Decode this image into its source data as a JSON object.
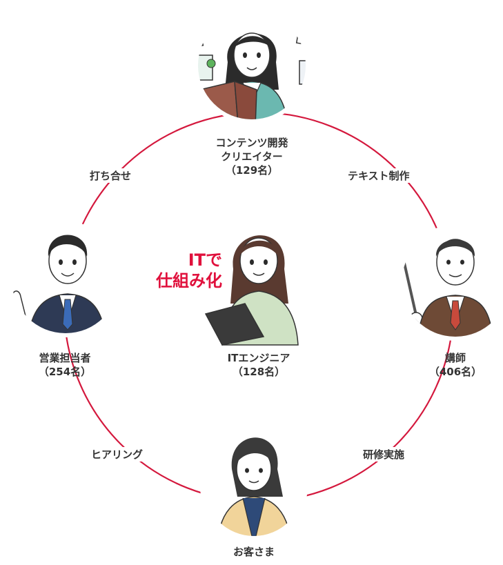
{
  "colors": {
    "cycle_line": "#d4183d",
    "tagline": "#e0103c"
  },
  "nodes": {
    "content_dev": {
      "lines": [
        "コンテンツ開発",
        "クリエイター",
        "（129名）"
      ],
      "icon": "woman-with-book-illustration"
    },
    "instructor": {
      "lines": [
        "講師",
        "（406名）"
      ],
      "icon": "man-with-pointer-illustration"
    },
    "customer": {
      "lines": [
        "お客さま"
      ],
      "icon": "woman-customer-illustration"
    },
    "sales": {
      "lines": [
        "営業担当者",
        "（254名）"
      ],
      "icon": "salesman-waving-illustration"
    },
    "it_engineer": {
      "lines": [
        "ITエンジニア",
        "（128名）"
      ],
      "icon": "woman-with-laptop-illustration"
    }
  },
  "edges": {
    "content_to_instructor": "テキスト制作",
    "instructor_to_customer": "研修実施",
    "customer_to_sales": "ヒアリング",
    "sales_to_content": "打ち合せ"
  },
  "tagline": [
    "ITで",
    "仕組み化"
  ]
}
